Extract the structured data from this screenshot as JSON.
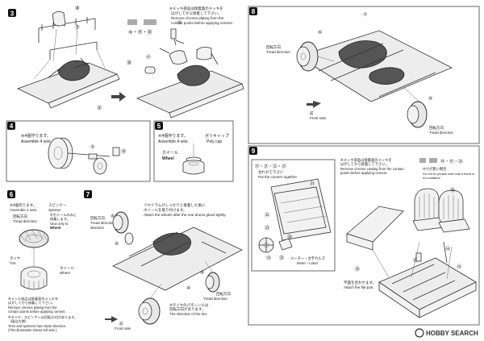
{
  "watermark": "HOBBY SEARCH",
  "steps": {
    "s3": {
      "num": "3",
      "part_codes": "⑨・⑲・㉚",
      "callout_8": "⑧",
      "callout_7": "⑦",
      "callout_2": "②",
      "callout_17": "⑰",
      "callout_30": "㉚",
      "callout_2b": "②",
      "note_jp_1": "※メッキ部品は接着面のメッキを",
      "note_jp_2": "はがしてから接着して下さい。",
      "note_en_1": "Remove chrome plating from the",
      "note_en_2": "contact points before applying cement."
    },
    "s4": {
      "num": "4",
      "jp": "※4個作ります。",
      "en": "Assemble 4 sets.",
      "callout_2": "②",
      "callout_18": "⑱"
    },
    "s5": {
      "num": "5",
      "jp": "※4個作ります。",
      "en": "Assemble 4 sets.",
      "cap_jp": "ポリキャップ",
      "cap_en": "Poly cap",
      "wheel_jp": "ホイール",
      "wheel_en": "Wheel"
    },
    "s6": {
      "num": "6",
      "jp_1": "※4個作ります。",
      "en_1": "Assemble 4 sets.",
      "spinner_jp": "スピンナー",
      "spinner_en": "Spinner",
      "glue_jp": "※ホイールのみに",
      "glue_jp2": "接着します。",
      "glue_en": "Glue only to",
      "glue_en2": "Wheel",
      "dir_jp": "回転方向",
      "dir_en": "Tread direction",
      "tire_jp": "タイヤ",
      "tire_en": "Tire",
      "wheel_jp": "ホイール",
      "wheel_en": "Wheel",
      "note1_jp": "※メッキ部品は接着面のメッキを",
      "note1_jp2": "はがしてから接着して下さい。",
      "note1_en": "Remove chrome plating from the",
      "note1_en2": "contact points before applying cement.",
      "note2_jp": "※タイヤ、スピンナーは回転方向があります。",
      "note2_jp2": "（図は左側）",
      "note2_en": "Tires and spinners has rotate direction.",
      "note2_en2": "(This illustration shows left side.)"
    },
    "s7": {
      "num": "7",
      "dir_jp": "回転方向",
      "dir_en": "Tread direction",
      "callout_6": "⑥",
      "callout_4": "④",
      "note_jp_1": "リヤドラムがしっかりと接着した後に",
      "note_jp_2": "ホイールを取り付けます。",
      "note_en": "Attach the wheels after the rear drums glued tightly.",
      "callout_6b": "⑥",
      "callout_4b": "④",
      "dir2_jp": "回転方向",
      "dir2_en": "Tread direction",
      "tread_jp": "※タイヤのパターンには",
      "tread_jp2": "回転方向があります。",
      "tread_en": "The direction of the tire.",
      "front_jp": "前",
      "front_en": "Front side"
    },
    "s8": {
      "num": "8",
      "callout_6": "⑥",
      "callout_7": "⑦",
      "dir_jp": "回転方向",
      "dir_en": "Tread direction",
      "callout_6b": "⑥",
      "dir2_jp": "回転方向",
      "dir2_en": "Tread direction",
      "front_jp": "前",
      "front_en": "Front side"
    },
    "s9": {
      "num": "9",
      "parts_combo": "⑮・㉑・㉒・㉓",
      "combo_jp": "合わせて下さい",
      "combo_en": "Put the comers together",
      "callout_21": "㉑",
      "callout_22": "㉒",
      "callout_23": "㉓",
      "callout_15": "⑮",
      "callout_33": "㉝",
      "callout_34": "㉞",
      "meter_jp": "メーター・文字カルズ",
      "meter_en": "Meter・Letter",
      "flat_jp": "平面を合わせます。",
      "flat_en": "Attach the flat part.",
      "chrome_jp": "※メッキ部品は接着面のメッキを",
      "chrome_jp2": "はがしてから接着して下さい。",
      "chrome_en": "Remove chrome coating from the contact",
      "chrome_en2": "points before applying cement.",
      "callout_14": "⑭",
      "callout_14b": "⑭",
      "callout_25": "㉕",
      "callout_15b": "⑮",
      "callout_32": "㉜",
      "code_box": "⑭・⑮・㉕",
      "no_hole_jp": "※穴が無い場合",
      "no_hole_en": "Do not fix pedals with rods if there is",
      "no_hole_en2": "no container"
    }
  }
}
